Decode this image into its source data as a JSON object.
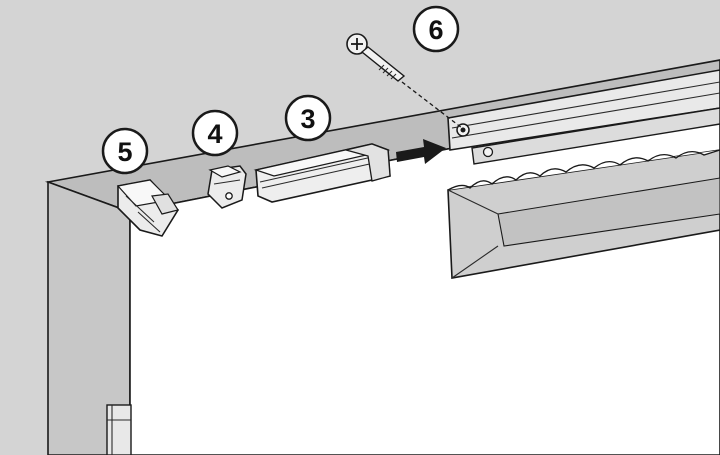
{
  "colors": {
    "wall": "#d4d4d4",
    "panel": "#ffffff",
    "frame_side": "#c9c9c9",
    "frame_top": "#bfbfbf",
    "track": "#e6e6e6",
    "outline": "#1a1a1a",
    "arrow": "#1a1a1a",
    "part_fill": "#ececec"
  },
  "callouts": [
    {
      "label": "6",
      "part": "screw"
    },
    {
      "label": "5",
      "part": "end-bracket"
    },
    {
      "label": "4",
      "part": "clip"
    },
    {
      "label": "3",
      "part": "stopper"
    }
  ],
  "arrow": {
    "direction": "right",
    "icon": "arrow-right-icon"
  }
}
